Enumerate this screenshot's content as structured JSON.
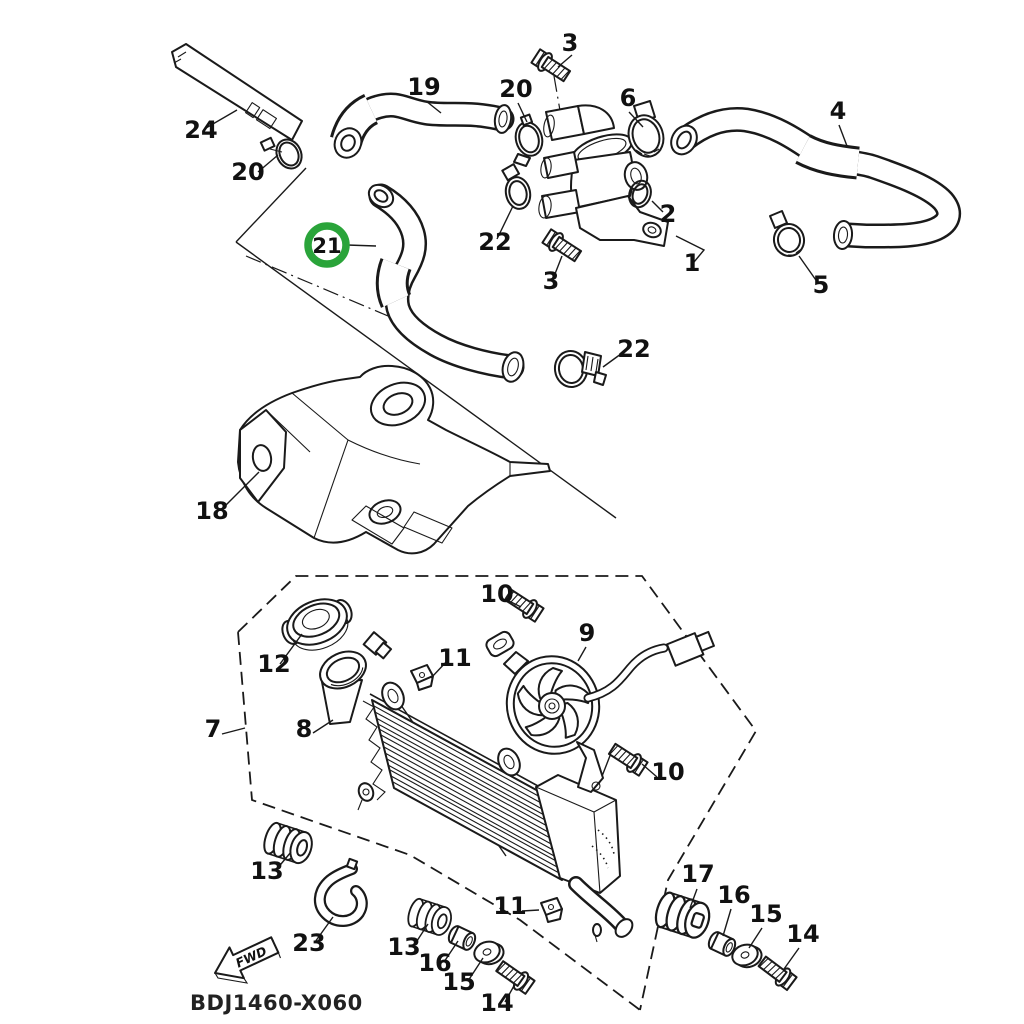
{
  "diagram": {
    "drawing_code": "BDJ1460-X060",
    "fwd_label": "FWD",
    "background": "#ffffff",
    "line_color": "#1a1a1a",
    "highlight": {
      "color": "#2aa43a",
      "callout": "21"
    }
  },
  "callouts": [
    {
      "label": "3"
    },
    {
      "label": "20"
    },
    {
      "label": "6"
    },
    {
      "label": "4"
    },
    {
      "label": "19"
    },
    {
      "label": "24"
    },
    {
      "label": "20"
    },
    {
      "label": "2"
    },
    {
      "label": "1"
    },
    {
      "label": "22"
    },
    {
      "label": "21",
      "highlighted": true
    },
    {
      "label": "3"
    },
    {
      "label": "5"
    },
    {
      "label": "22"
    },
    {
      "label": "18"
    },
    {
      "label": "10"
    },
    {
      "label": "9"
    },
    {
      "label": "12"
    },
    {
      "label": "11"
    },
    {
      "label": "7"
    },
    {
      "label": "8"
    },
    {
      "label": "10"
    },
    {
      "label": "13"
    },
    {
      "label": "17"
    },
    {
      "label": "16"
    },
    {
      "label": "11"
    },
    {
      "label": "15"
    },
    {
      "label": "14"
    },
    {
      "label": "23"
    },
    {
      "label": "13"
    },
    {
      "label": "16"
    },
    {
      "label": "15"
    },
    {
      "label": "14"
    }
  ]
}
